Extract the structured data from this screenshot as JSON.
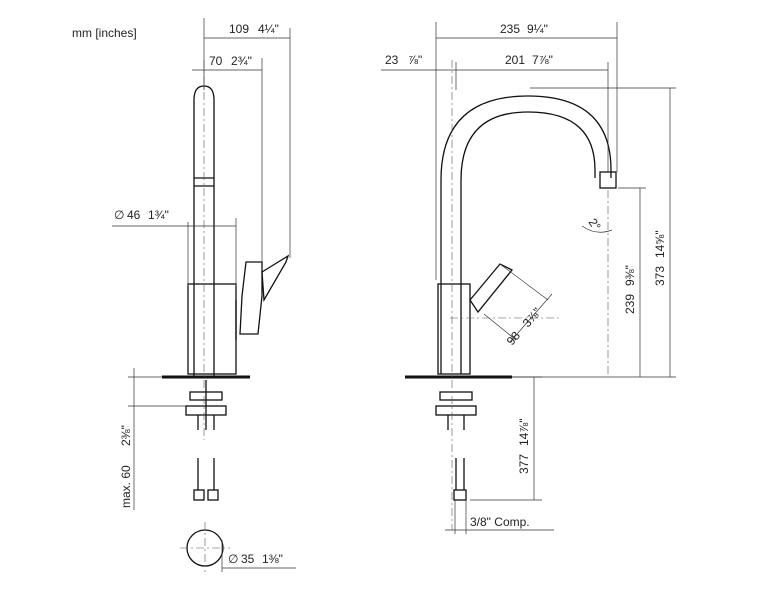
{
  "units_note": "mm [inches]",
  "side_view": {
    "width_109": {
      "mm": "109",
      "inch": "4¼\""
    },
    "width_70": {
      "mm": "70",
      "inch": "2¾\""
    },
    "diameter_46": {
      "prefix": "∅",
      "mm": "46",
      "inch": "1¾\""
    },
    "max_60": {
      "mm": "max. 60",
      "inch": "2⅜\""
    },
    "diameter_35": {
      "prefix": "∅",
      "mm": "35",
      "inch": "1⅜\""
    }
  },
  "front_view": {
    "width_235": {
      "mm": "235",
      "inch": "9¼\""
    },
    "offset_23": {
      "mm": "23",
      "inch": "⅞\""
    },
    "reach_201": {
      "mm": "201",
      "inch": "7⅞\""
    },
    "height_373": {
      "mm": "373",
      "inch": "14⅝\""
    },
    "height_239": {
      "mm": "239",
      "inch": "9⅜\""
    },
    "lever_98": {
      "mm": "98",
      "inch": "3⅞\""
    },
    "hose_377": {
      "mm": "377",
      "inch": "14⅞\""
    },
    "angle": "2°",
    "connection": "3/8\" Comp."
  }
}
